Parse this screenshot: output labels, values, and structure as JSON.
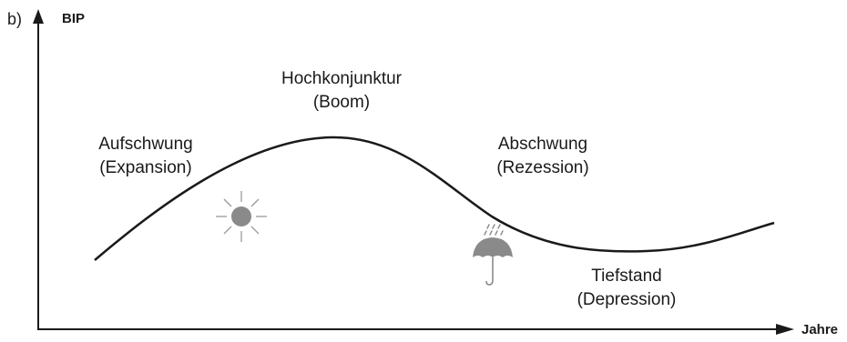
{
  "panel_label": "b)",
  "y_axis_label": "BIP",
  "x_axis_label": "Jahre",
  "phases": {
    "expansion": {
      "line1": "Aufschwung",
      "line2": "(Expansion)"
    },
    "boom": {
      "line1": "Hochkonjunktur",
      "line2": "(Boom)"
    },
    "recession": {
      "line1": "Abschwung",
      "line2": "(Rezession)"
    },
    "depression": {
      "line1": "Tiefstand",
      "line2": "(Depression)"
    }
  },
  "icons": {
    "sun": "sun-icon",
    "umbrella": "umbrella-with-rain-icon"
  },
  "colors": {
    "axis": "#1a1a1a",
    "curve": "#1a1a1a",
    "icon_fill": "#8a8a8a",
    "icon_stroke": "#9a9a9a"
  }
}
